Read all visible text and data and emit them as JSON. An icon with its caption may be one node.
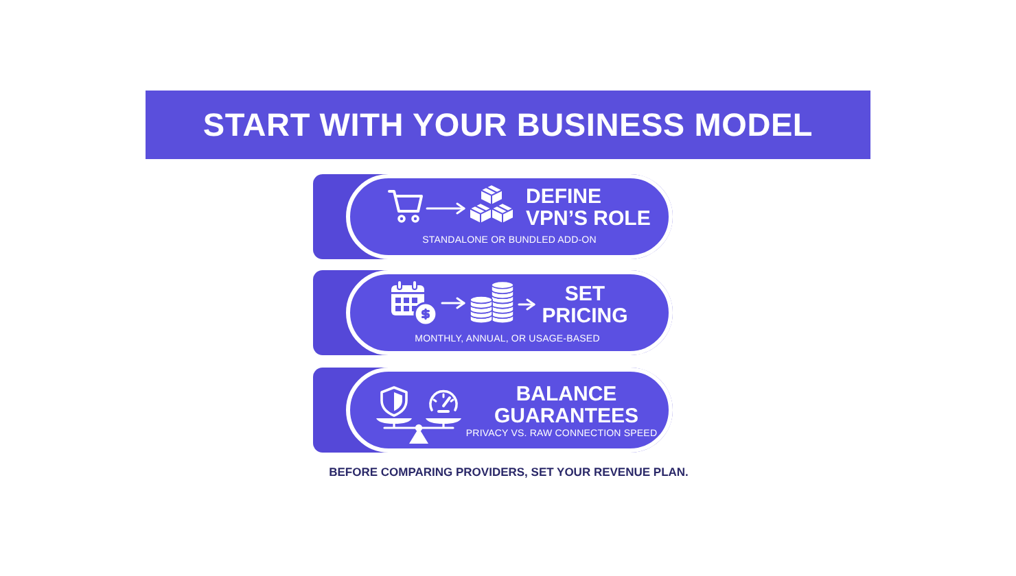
{
  "diagram": {
    "title": "START WITH YOUR BUSINESS MODEL",
    "caption": "BEFORE COMPARING PROVIDERS, SET YOUR REVENUE PLAN.",
    "nodes": [
      {
        "text": [
          "DEFINE VPN’S ROLE",
          "STANDALONE OR BUNDLED ADD-ON"
        ]
      },
      {
        "text": [],
        "shape": "picture",
        "in": 0
      },
      {
        "text": [],
        "shape": "picture",
        "in": 0
      },
      {
        "text": [
          "MONTHLY, ANNUAL, OR USAGE-BASED"
        ]
      },
      {
        "text": [],
        "shape": "picture",
        "in": 3
      },
      {
        "text": [],
        "shape": "picture",
        "in": 3
      },
      {
        "text": [
          "SET PRICING"
        ],
        "in": 3
      },
      {
        "text": [
          "BALANCE GUARANTEES",
          "PRIVACY VS. RAW CONNECTION SPEED"
        ]
      }
    ],
    "edges": [
      {
        "from": 1,
        "to": 2,
        "arrow": "to"
      },
      {
        "from": 4,
        "to": 5,
        "arrow": "to"
      },
      {
        "from": 5,
        "to": 6,
        "arrow": "to"
      }
    ]
  }
}
